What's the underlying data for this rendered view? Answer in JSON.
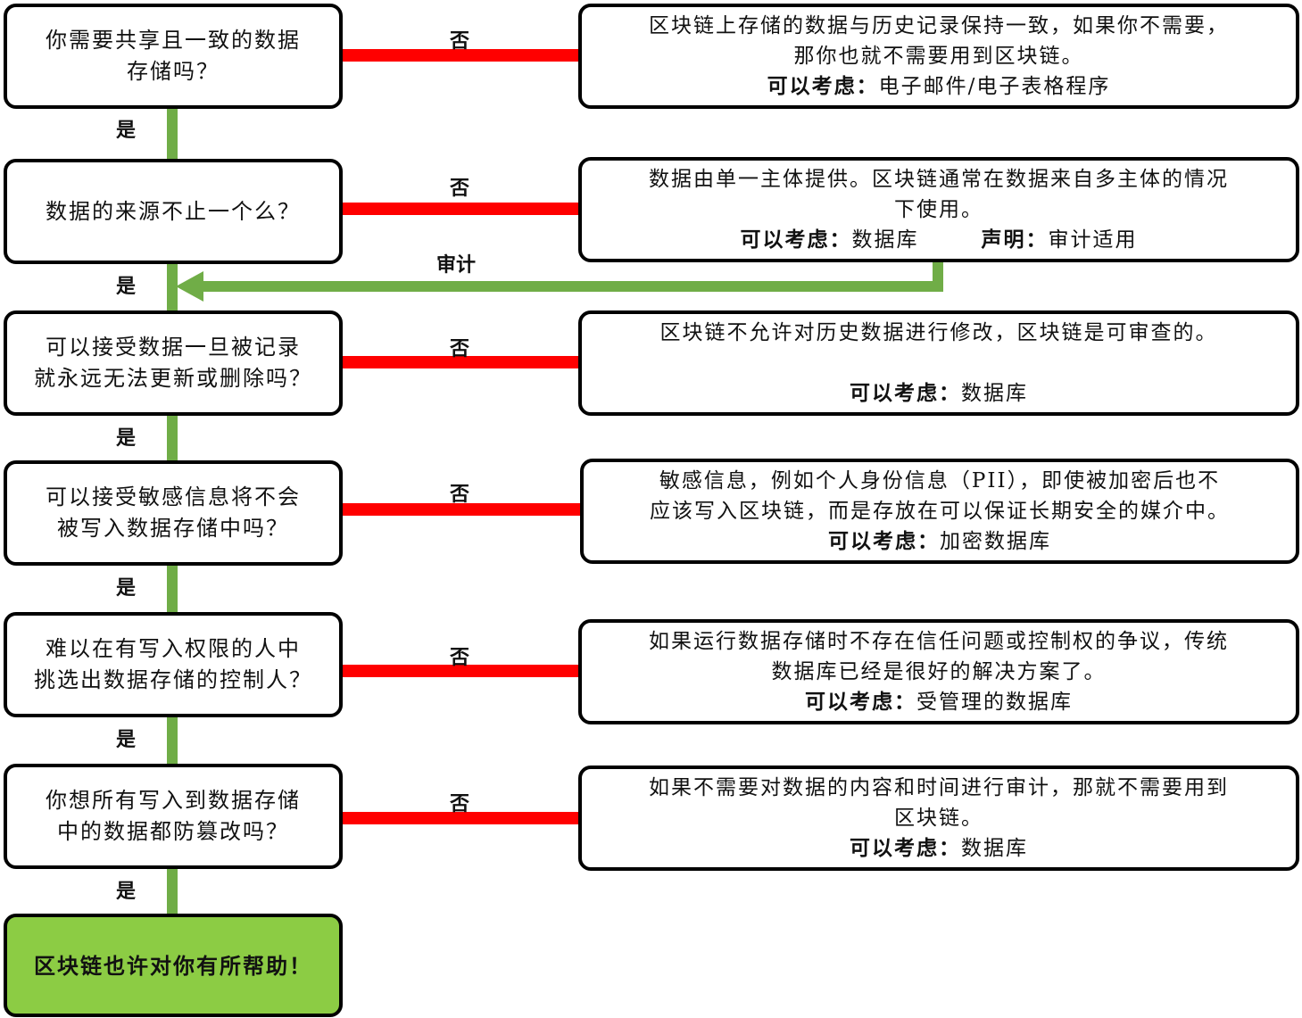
{
  "labels": {
    "no": "否",
    "yes": "是",
    "audit": "审计"
  },
  "questions": [
    {
      "lines": [
        "你需要共享且一致的数据",
        "存储吗？"
      ]
    },
    {
      "lines": [
        "数据的来源不止一个么？"
      ]
    },
    {
      "lines": [
        "可以接受数据一旦被记录",
        "就永远无法更新或删除吗？"
      ]
    },
    {
      "lines": [
        "可以接受敏感信息将不会",
        "被写入数据存储中吗？"
      ]
    },
    {
      "lines": [
        "难以在有写入权限的人中",
        "挑选出数据存储的控制人？"
      ]
    },
    {
      "lines": [
        "你想所有写入到数据存储",
        "中的数据都防篡改吗？"
      ]
    }
  ],
  "final": "区块链也许对你有所帮助！",
  "answers": [
    {
      "l1": "区块链上存储的数据与历史记录保持一致，如果你不需要，",
      "l2": "那你也就不需要用到区块链。",
      "label": "可以考虑：",
      "value": "电子邮件/电子表格程序"
    },
    {
      "l1": "数据由单一主体提供。区块链通常在数据来自多主体的情况",
      "l2": "下使用。",
      "label": "可以考虑：",
      "value": "数据库",
      "label2": "声明：",
      "value2": "审计适用"
    },
    {
      "l1": "区块链不允许对历史数据进行修改，区块链是可审查的。",
      "l2": "",
      "label": "可以考虑：",
      "value": "数据库"
    },
    {
      "l1": "敏感信息，例如个人身份信息（PII），即使被加密后也不",
      "l2": "应该写入区块链，而是存放在可以保证长期安全的媒介中。",
      "label": "可以考虑：",
      "value": "加密数据库"
    },
    {
      "l1": "如果运行数据存储时不存在信任问题或控制权的争议，传统",
      "l2": "数据库已经是很好的解决方案了。",
      "label": "可以考虑：",
      "value": "受管理的数据库"
    },
    {
      "l1": "如果不需要对数据的内容和时间进行审计，那就不需要用到",
      "l2": "区块链。",
      "label": "可以考虑：",
      "value": "数据库"
    }
  ]
}
